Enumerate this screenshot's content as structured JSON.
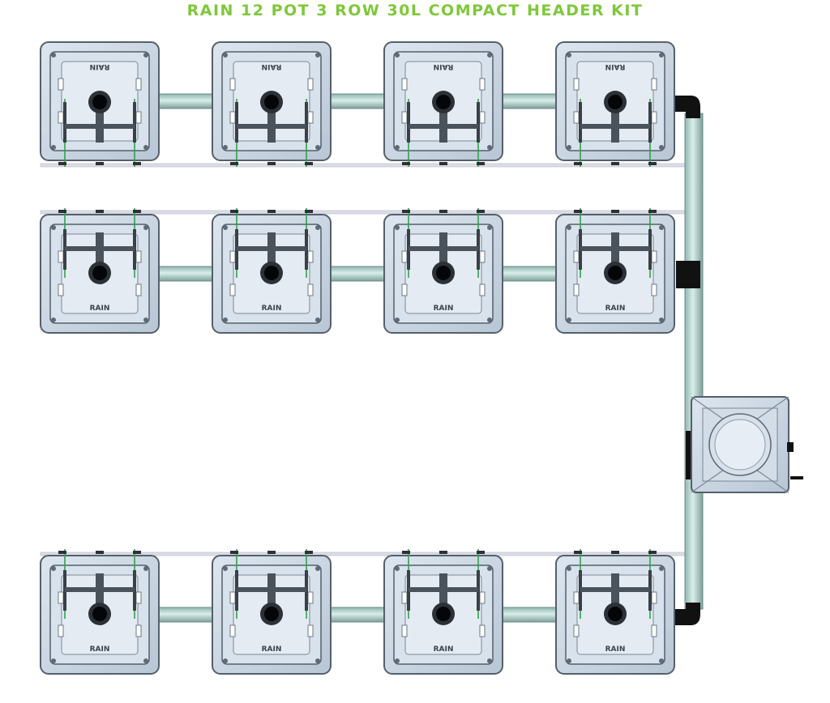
{
  "title": "RAIN 12 POT 3 ROW 30L COMPACT HEADER KIT",
  "pot_label": "RAIN",
  "colors": {
    "title": "#7ec83a",
    "pot_body": "#c9d5e2",
    "pot_outline": "#55606b",
    "pot_inner": "#d8e2ec",
    "pipe_fill": "#b9d8d3",
    "pipe_edge": "#6d8b87",
    "feed_line": "#3f4df0",
    "drain_line": "#dcdde6",
    "green_line": "#2fa24a",
    "black": "#111111"
  },
  "layout": {
    "rows": [
      {
        "name": "row-1",
        "pots": 4,
        "label_flipped": true
      },
      {
        "name": "row-2",
        "pots": 4,
        "label_flipped": false
      },
      {
        "name": "row-3",
        "pots": 4,
        "label_flipped": false
      }
    ],
    "header_tank": {
      "present": true
    }
  }
}
